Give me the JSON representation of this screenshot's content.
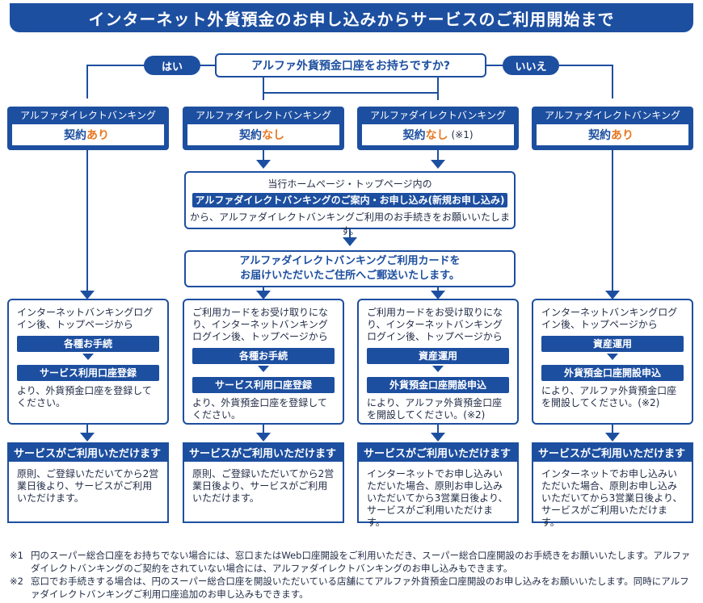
{
  "title": "インターネット外貨預金のお申し込みからサービスのご利用開始まで",
  "question": "アルファ外貨預金口座をお持ちですか?",
  "yes_label": "はい",
  "no_label": "いいえ",
  "contract_name": "アルファダイレクトバンキング",
  "contracts": [
    {
      "prefix": "契約",
      "accent": "あり",
      "note": ""
    },
    {
      "prefix": "契約",
      "accent": "なし",
      "note": ""
    },
    {
      "prefix": "契約",
      "accent": "なし",
      "note": "(※1)"
    },
    {
      "prefix": "契約",
      "accent": "あり",
      "note": ""
    }
  ],
  "homepage": {
    "line1": "当行ホームページ・トップページ内の",
    "link": "アルファダイレクトバンキングのご案内・お申し込み(新規お申し込み)",
    "line3": "から、アルファダイレクトバンキングご利用のお手続きをお願いいたします。"
  },
  "card": {
    "line1": "アルファダイレクトバンキングご利用カードを",
    "line2": "お届けいただいたご住所へご郵送いたします。"
  },
  "procedures": [
    {
      "lead": "インターネットバンキングログイン後、トップページから",
      "step1": "各種お手続",
      "step2": "サービス利用口座登録",
      "tail": "より、外貨預金口座を登録してください。"
    },
    {
      "lead": "ご利用カードをお受け取りになり、インターネットバンキングログイン後、トップページから",
      "step1": "各種お手続",
      "step2": "サービス利用口座登録",
      "tail": "より、外貨預金口座を登録してください。"
    },
    {
      "lead": "ご利用カードをお受け取りになり、インターネットバンキングログイン後、トップページから",
      "step1": "資産運用",
      "step2": "外貨預金口座開設申込",
      "tail": "により、アルファ外貨預金口座を開設してください。(※2)"
    },
    {
      "lead": "インターネットバンキングログイン後、トップページから",
      "step1": "資産運用",
      "step2": "外貨預金口座開設申込",
      "tail": "により、アルファ外貨預金口座を開設してください。(※2)"
    }
  ],
  "service_heading": "サービスがご利用いただけます",
  "services": [
    "原則、ご登録いただいてから2営業日後より、サービスがご利用いただけます。",
    "原則、ご登録いただいてから2営業日後より、サービスがご利用いただけます。",
    "インターネットでお申し込みいただいた場合、原則お申し込みいただいてから3営業日後より、サービスがご利用いただけます。",
    "インターネットでお申し込みいただいた場合、原則お申し込みいただいてから3営業日後より、サービスがご利用いただけます。"
  ],
  "footnotes": [
    {
      "mark": "※1",
      "text": "円のスーパー総合口座をお持ちでない場合には、窓口またはWeb口座開設をご利用いただき、スーパー総合口座開設のお手続きをお願いいたします。アルファダイレクトバンキングのご契約をされていない場合には、アルファダイレクトバンキングのお申し込みもできます。"
    },
    {
      "mark": "※2",
      "text": "窓口でお手続きする場合は、円のスーパー総合口座を開設いただいている店舗にてアルファ外貨預金口座開設のお申し込みをお願いいたします。同時にアルファダイレクトバンキングご利用口座追加のお申し込みもできます。"
    }
  ],
  "colors": {
    "primary": "#1d4fa0",
    "accent": "#e87722"
  }
}
